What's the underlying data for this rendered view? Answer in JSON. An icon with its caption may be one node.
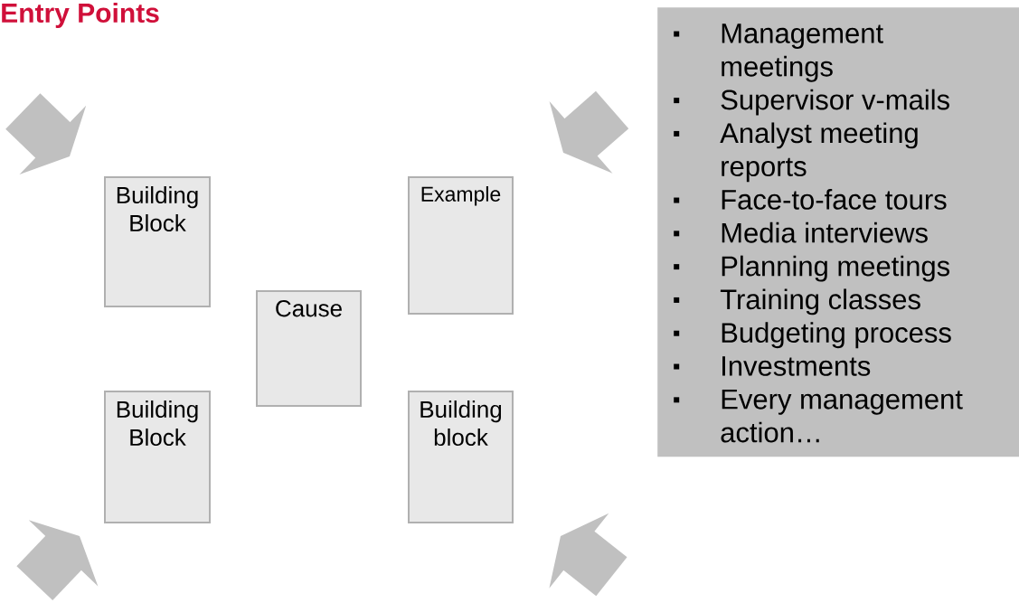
{
  "diagram": {
    "title": "Entry Points",
    "nodes": [
      {
        "text": [
          "Building Block"
        ]
      },
      {
        "text": [
          "Example"
        ]
      },
      {
        "text": [
          "Cause"
        ]
      },
      {
        "text": [
          "Building Block"
        ]
      },
      {
        "text": [
          "Building block"
        ]
      },
      {
        "text": [
          "Management meetings",
          "Supervisor v-mails",
          "Analyst meeting reports",
          "Face-to-face tours",
          "Media interviews",
          "Planning meetings",
          "Training classes",
          "Budgeting process",
          "Investments",
          "Every management action…"
        ]
      }
    ]
  }
}
